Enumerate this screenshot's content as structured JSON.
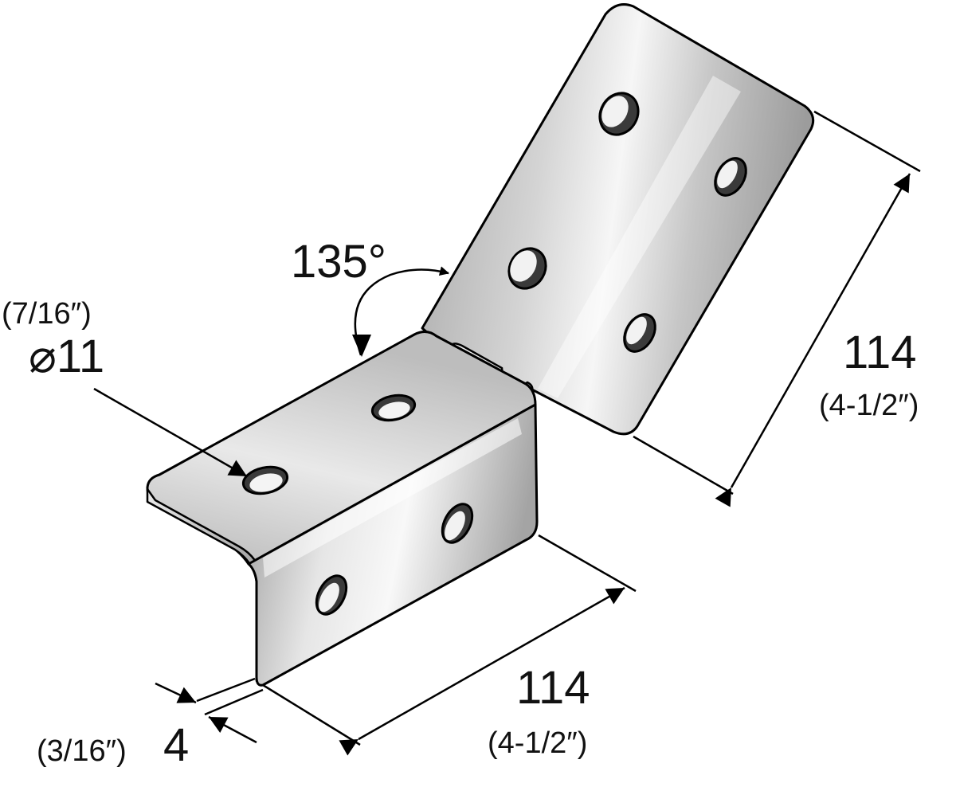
{
  "dimensions": {
    "angle": {
      "value": "135°"
    },
    "hole": {
      "imperial": "(7/16″)",
      "metric": "⌀11"
    },
    "height": {
      "metric": "114",
      "imperial": "(4-1/2″)"
    },
    "length": {
      "metric": "114",
      "imperial": "(4-1/2″)"
    },
    "thickness": {
      "imperial": "(3/16″)",
      "metric": "4"
    }
  },
  "colors": {
    "steel_light": "#f1f1f1",
    "steel_mid": "#c9c9c9",
    "steel_dark": "#8f8f8f",
    "outline": "#000000"
  }
}
